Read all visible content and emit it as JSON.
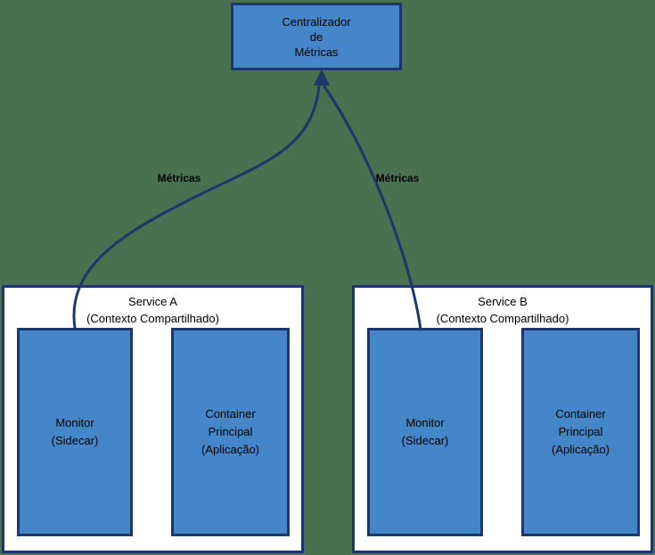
{
  "diagram": {
    "background_color": "#47714f",
    "node_fill_color": "#4486c8",
    "node_border_color": "#1e376a",
    "service_fill_color": "#ffffff",
    "text_color": "#000000"
  },
  "centralizer": {
    "lines": [
      "Centralizador",
      "de",
      "Métricas"
    ]
  },
  "edges": [
    {
      "label": "Métricas",
      "from": "Monitor (Service A)",
      "to": "Centralizador de Métricas"
    },
    {
      "label": "Métricas",
      "from": "Monitor (Service B)",
      "to": "Centralizador de Métricas"
    }
  ],
  "services": [
    {
      "title": "Service A",
      "subtitle": "(Contexto Compartilhado)",
      "monitor": {
        "lines": [
          "Monitor",
          "(Sidecar)"
        ]
      },
      "container": {
        "lines": [
          "Container",
          "Principal",
          "(Aplicação)"
        ]
      }
    },
    {
      "title": "Service B",
      "subtitle": "(Contexto Compartilhado)",
      "monitor": {
        "lines": [
          "Monitor",
          "(Sidecar)"
        ]
      },
      "container": {
        "lines": [
          "Container",
          "Principal",
          "(Aplicação)"
        ]
      }
    }
  ]
}
